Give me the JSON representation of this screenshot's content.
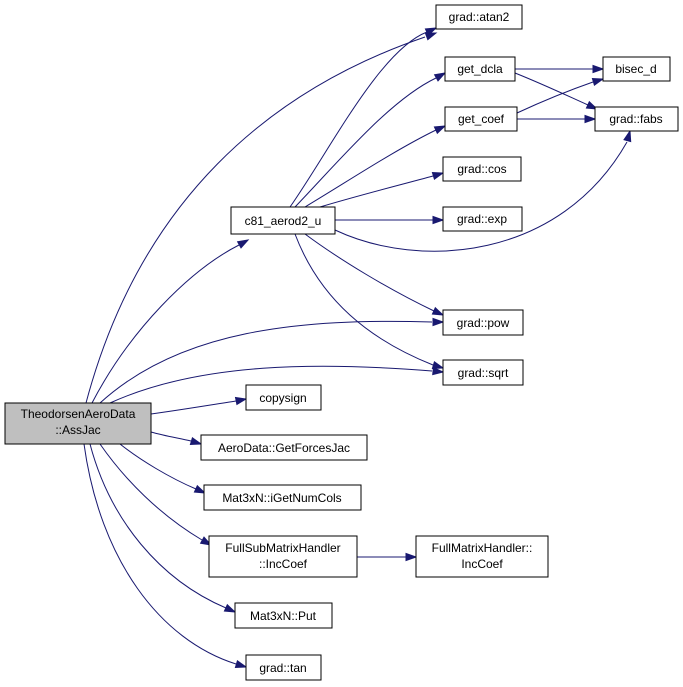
{
  "colors": {
    "edge": "#191970",
    "root_fill": "#bfbfbf",
    "node_fill": "#ffffff",
    "border": "#000000"
  },
  "nodes": {
    "root": {
      "lines": [
        "TheodorsenAeroData",
        "::AssJac"
      ]
    },
    "c81_aerod2_u": {
      "lines": [
        "c81_aerod2_u"
      ]
    },
    "grad_atan2": {
      "lines": [
        "grad::atan2"
      ]
    },
    "get_dcla": {
      "lines": [
        "get_dcla"
      ]
    },
    "get_coef": {
      "lines": [
        "get_coef"
      ]
    },
    "bisec_d": {
      "lines": [
        "bisec_d"
      ]
    },
    "grad_fabs": {
      "lines": [
        "grad::fabs"
      ]
    },
    "grad_cos": {
      "lines": [
        "grad::cos"
      ]
    },
    "grad_exp": {
      "lines": [
        "grad::exp"
      ]
    },
    "grad_pow": {
      "lines": [
        "grad::pow"
      ]
    },
    "grad_sqrt": {
      "lines": [
        "grad::sqrt"
      ]
    },
    "copysign": {
      "lines": [
        "copysign"
      ]
    },
    "aerodata_getforcesjac": {
      "lines": [
        "AeroData::GetForcesJac"
      ]
    },
    "mat3xn_igetnumcols": {
      "lines": [
        "Mat3xN::iGetNumCols"
      ]
    },
    "fullsubmatrixhandler_inccoef": {
      "lines": [
        "FullSubMatrixHandler",
        "::IncCoef"
      ]
    },
    "fullmatrixhandler_inccoef": {
      "lines": [
        "FullMatrixHandler::",
        "IncCoef"
      ]
    },
    "mat3xn_put": {
      "lines": [
        "Mat3xN::Put"
      ]
    },
    "grad_tan": {
      "lines": [
        "grad::tan"
      ]
    }
  },
  "edges": [
    [
      "root",
      "grad_atan2"
    ],
    [
      "root",
      "c81_aerod2_u"
    ],
    [
      "root",
      "grad_pow"
    ],
    [
      "root",
      "grad_sqrt"
    ],
    [
      "root",
      "copysign"
    ],
    [
      "root",
      "aerodata_getforcesjac"
    ],
    [
      "root",
      "mat3xn_igetnumcols"
    ],
    [
      "root",
      "fullsubmatrixhandler_inccoef"
    ],
    [
      "root",
      "mat3xn_put"
    ],
    [
      "root",
      "grad_tan"
    ],
    [
      "c81_aerod2_u",
      "grad_atan2"
    ],
    [
      "c81_aerod2_u",
      "get_dcla"
    ],
    [
      "c81_aerod2_u",
      "get_coef"
    ],
    [
      "c81_aerod2_u",
      "grad_cos"
    ],
    [
      "c81_aerod2_u",
      "grad_exp"
    ],
    [
      "c81_aerod2_u",
      "grad_fabs"
    ],
    [
      "c81_aerod2_u",
      "grad_pow"
    ],
    [
      "c81_aerod2_u",
      "grad_sqrt"
    ],
    [
      "get_dcla",
      "bisec_d"
    ],
    [
      "get_dcla",
      "grad_fabs"
    ],
    [
      "get_coef",
      "bisec_d"
    ],
    [
      "get_coef",
      "grad_fabs"
    ],
    [
      "fullsubmatrixhandler_inccoef",
      "fullmatrixhandler_inccoef"
    ]
  ]
}
